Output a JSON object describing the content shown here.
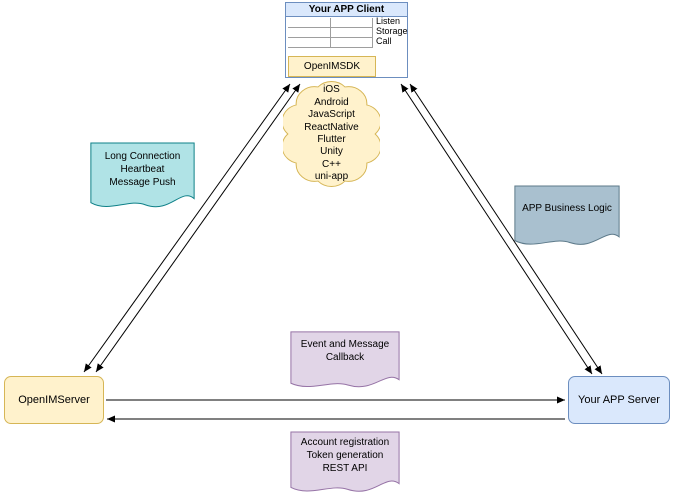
{
  "client": {
    "title": "Your APP Client",
    "rows": [
      "Listen",
      "Storage",
      "Call"
    ],
    "sdk_label": "OpenIMSDK"
  },
  "cloud": {
    "platforms": [
      "iOS",
      "Android",
      "JavaScript",
      "ReactNative",
      "Flutter",
      "Unity",
      "C++",
      "uni-app"
    ]
  },
  "callouts": {
    "long_connection": {
      "lines": [
        "Long Connection",
        "Heartbeat",
        "Message Push"
      ]
    },
    "app_business_logic": {
      "lines": [
        "APP Business Logic"
      ]
    },
    "event_callback": {
      "lines": [
        "Event and Message",
        "Callback"
      ]
    },
    "rest_api": {
      "lines": [
        "Account registration",
        "Token generation",
        "REST API"
      ]
    }
  },
  "nodes": {
    "openim_server": "OpenIMServer",
    "app_server": "Your APP Server"
  },
  "colors": {
    "client_header": "#dae8fc",
    "blue_fill": "#dae8fc",
    "blue_border": "#6c8ebf",
    "yellow_fill": "#fff2cc",
    "yellow_border": "#d6b656",
    "teal_fill": "#b0e3e6",
    "teal_border": "#0e8088",
    "gray_fill": "#a9c0cf",
    "gray_border": "#5d7a8a",
    "purple_fill": "#e1d5e7",
    "purple_border": "#9673a6",
    "connector": "#000000"
  }
}
